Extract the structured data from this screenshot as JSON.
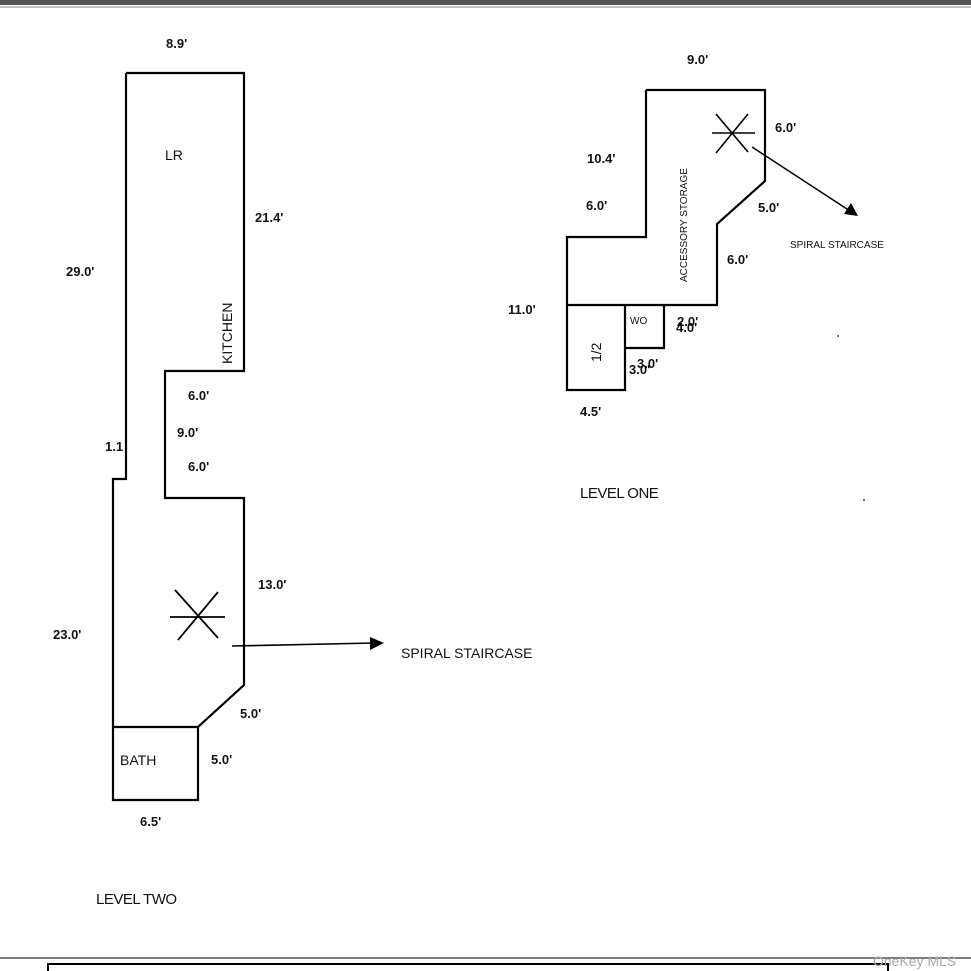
{
  "level_two": {
    "title": "LEVEL TWO",
    "rooms": {
      "lr": "LR",
      "kitchen": "KITCHEN",
      "bath": "BATH"
    },
    "dims": {
      "top": "8.9'",
      "kitchen_right": "21.4'",
      "left_upper": "29.0'",
      "notch_top": "6.0'",
      "notch_side": "9.0'",
      "notch_bottom": "6.0'",
      "jog": "1.1",
      "right_lower": "13.0'",
      "left_lower": "23.0'",
      "diagonal": "5.0'",
      "bath_right": "5.0'",
      "bottom": "6.5'"
    },
    "staircase_label": "SPIRAL STAIRCASE"
  },
  "level_one": {
    "title": "LEVEL ONE",
    "rooms": {
      "storage": "ACCESSORY STORAGE",
      "wo": "WO",
      "half_bath": "1/2"
    },
    "dims": {
      "top": "9.0'",
      "upper_right": "6.0'",
      "left_upper": "10.4'",
      "step_top": "6.0'",
      "diagonal": "5.0'",
      "right_lower": "6.0'",
      "left": "11.0'",
      "wo_right_a": "2.0'",
      "wo_right_b": "4.0'",
      "wo_bottom_a": "3.0'",
      "wo_bottom_b": "3.0'",
      "bottom": "4.5'"
    },
    "staircase_label": "SPIRAL STAIRCASE"
  },
  "watermark": "OneKey MLS"
}
